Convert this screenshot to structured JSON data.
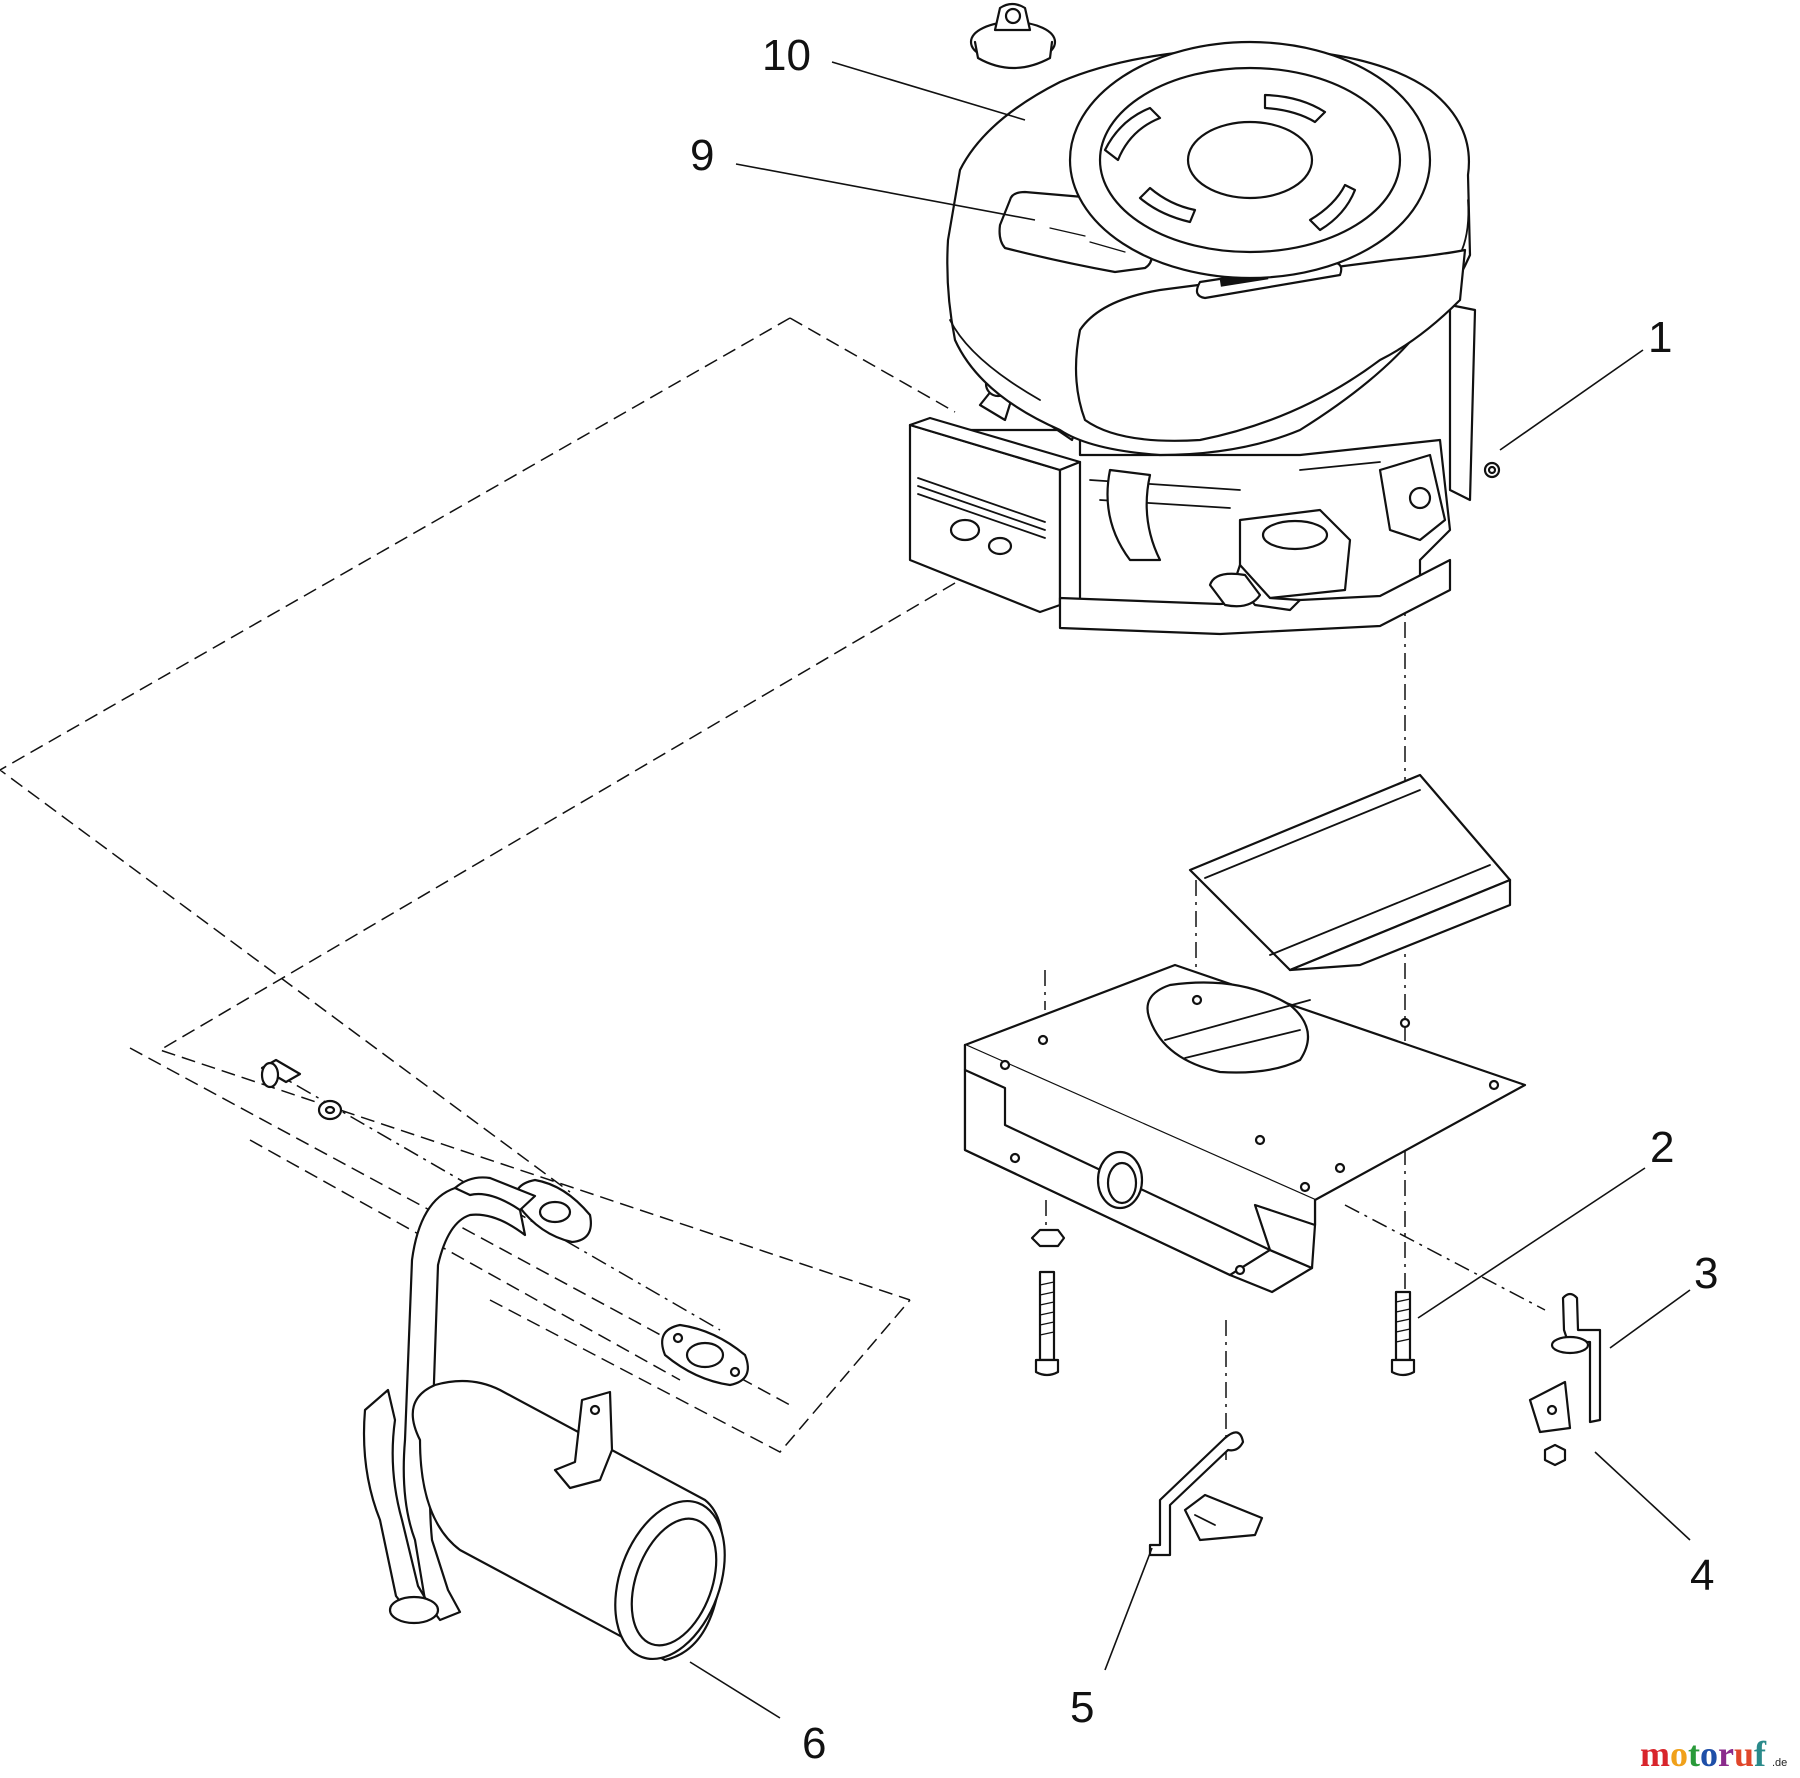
{
  "callouts": [
    {
      "id": "10",
      "label": "10"
    },
    {
      "id": "9",
      "label": "9"
    },
    {
      "id": "1",
      "label": "1"
    },
    {
      "id": "2",
      "label": "2"
    },
    {
      "id": "3",
      "label": "3"
    },
    {
      "id": "4",
      "label": "4"
    },
    {
      "id": "5",
      "label": "5"
    },
    {
      "id": "6",
      "label": "6"
    }
  ],
  "watermark": {
    "letters": [
      "m",
      "o",
      "t",
      "o",
      "r",
      "u",
      "f"
    ],
    "colors": [
      "#d8252c",
      "#f0a11b",
      "#2a9a3a",
      "#1f4fa8",
      "#8a2a8c",
      "#e0462a",
      "#2a8a8a"
    ],
    "suffix": ".de"
  }
}
